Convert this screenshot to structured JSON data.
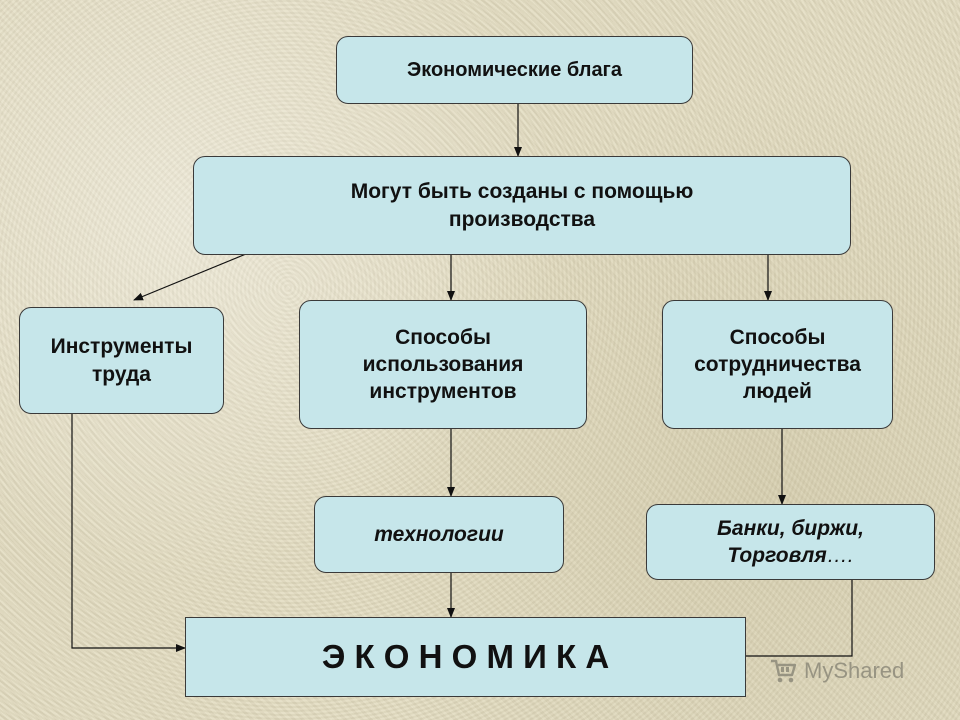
{
  "diagram": {
    "top": "Экономические блага",
    "production": "Могут быть созданы с помощью производства",
    "tools": "Инструменты труда",
    "methods_use": "Способы использования инструментов",
    "methods_coop": "Способы сотрудничества людей",
    "technologies": "технологии",
    "banks_line1": "Банки, биржи,",
    "banks_line2": "Торговля",
    "banks_ellipsis": "….",
    "economy": "Э К О Н О М И К А"
  },
  "watermark": {
    "text": "MyShared",
    "icon": "shopping-cart-icon"
  },
  "colors": {
    "box_fill": "#c6e6ea",
    "box_border": "#3a3a3a",
    "background": "#e3dcc0"
  }
}
